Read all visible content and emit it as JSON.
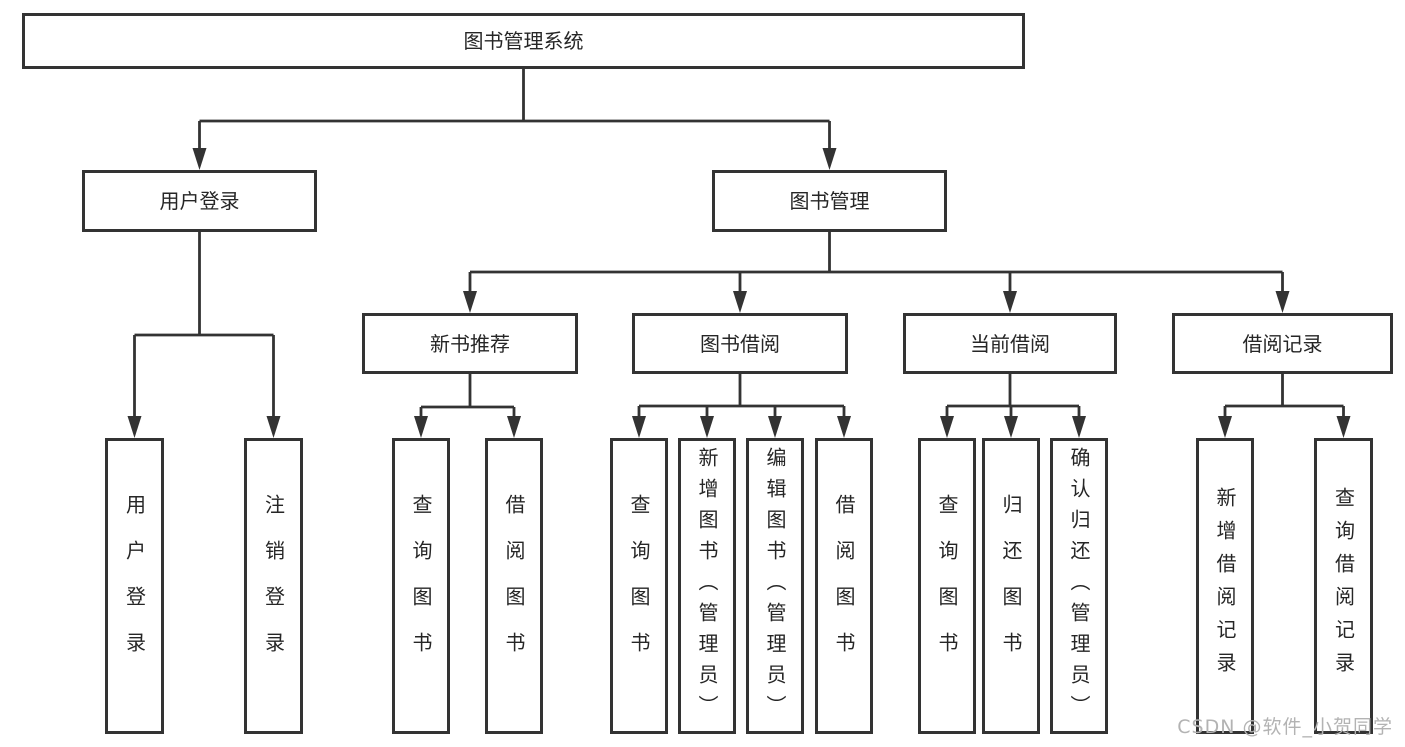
{
  "nodes": {
    "root": "图书管理系统",
    "user_login": "用户登录",
    "book_mgmt": "图书管理",
    "new_book_rec": "新书推荐",
    "book_borrow": "图书借阅",
    "current_borrow": "当前借阅",
    "borrow_records": "借阅记录",
    "leaf_user_login": "用户登录",
    "leaf_logout": "注销登录",
    "leaf_query_book_rec": "查询图书",
    "leaf_borrow_book_rec": "借阅图书",
    "leaf_query_book_borrow": "查询图书",
    "leaf_add_book": "新增图书（管理员）",
    "leaf_edit_book": "编辑图书（管理员）",
    "leaf_borrow_book": "借阅图书",
    "leaf_query_book_current": "查询图书",
    "leaf_return_book": "归还图书",
    "leaf_confirm_return": "确认归还（管理员）",
    "leaf_add_borrow_record": "新增借阅记录",
    "leaf_query_borrow_record": "查询借阅记录"
  },
  "edges": [
    {
      "from": "root",
      "to": "user_login"
    },
    {
      "from": "root",
      "to": "book_mgmt"
    },
    {
      "from": "user_login",
      "to": "leaf_user_login"
    },
    {
      "from": "user_login",
      "to": "leaf_logout"
    },
    {
      "from": "book_mgmt",
      "to": "new_book_rec"
    },
    {
      "from": "book_mgmt",
      "to": "book_borrow"
    },
    {
      "from": "book_mgmt",
      "to": "current_borrow"
    },
    {
      "from": "book_mgmt",
      "to": "borrow_records"
    },
    {
      "from": "new_book_rec",
      "to": "leaf_query_book_rec"
    },
    {
      "from": "new_book_rec",
      "to": "leaf_borrow_book_rec"
    },
    {
      "from": "book_borrow",
      "to": "leaf_query_book_borrow"
    },
    {
      "from": "book_borrow",
      "to": "leaf_add_book"
    },
    {
      "from": "book_borrow",
      "to": "leaf_edit_book"
    },
    {
      "from": "book_borrow",
      "to": "leaf_borrow_book"
    },
    {
      "from": "current_borrow",
      "to": "leaf_query_book_current"
    },
    {
      "from": "current_borrow",
      "to": "leaf_return_book"
    },
    {
      "from": "current_borrow",
      "to": "leaf_confirm_return"
    },
    {
      "from": "borrow_records",
      "to": "leaf_add_borrow_record"
    },
    {
      "from": "borrow_records",
      "to": "leaf_query_borrow_record"
    }
  ],
  "watermark": "CSDN @软件_小贺同学",
  "colors": {
    "line": "#333333",
    "box_fill": "#ffffff",
    "text": "#262626",
    "watermark": "#b3b3b3",
    "background": "#ffffff"
  }
}
